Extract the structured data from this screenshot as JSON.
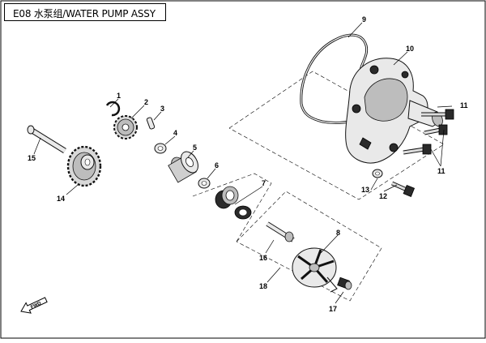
{
  "title": "E08 水泵组/WATER PUMP ASSY",
  "callouts": [
    {
      "id": "1",
      "label": "1"
    },
    {
      "id": "2",
      "label": "2"
    },
    {
      "id": "3",
      "label": "3"
    },
    {
      "id": "4",
      "label": "4"
    },
    {
      "id": "5",
      "label": "5"
    },
    {
      "id": "6",
      "label": "6"
    },
    {
      "id": "7",
      "label": "7"
    },
    {
      "id": "8",
      "label": "8"
    },
    {
      "id": "9",
      "label": "9"
    },
    {
      "id": "10",
      "label": "10"
    },
    {
      "id": "11a",
      "label": "11"
    },
    {
      "id": "11b",
      "label": "11"
    },
    {
      "id": "12",
      "label": "12"
    },
    {
      "id": "13",
      "label": "13"
    },
    {
      "id": "14",
      "label": "14"
    },
    {
      "id": "15",
      "label": "15"
    },
    {
      "id": "16",
      "label": "16"
    },
    {
      "id": "17",
      "label": "17"
    },
    {
      "id": "18",
      "label": "18"
    }
  ],
  "direction_marker": "FWD",
  "colors": {
    "line": "#000000",
    "part_fill": "#e9e9e9",
    "dark": "#2a2a2a"
  }
}
